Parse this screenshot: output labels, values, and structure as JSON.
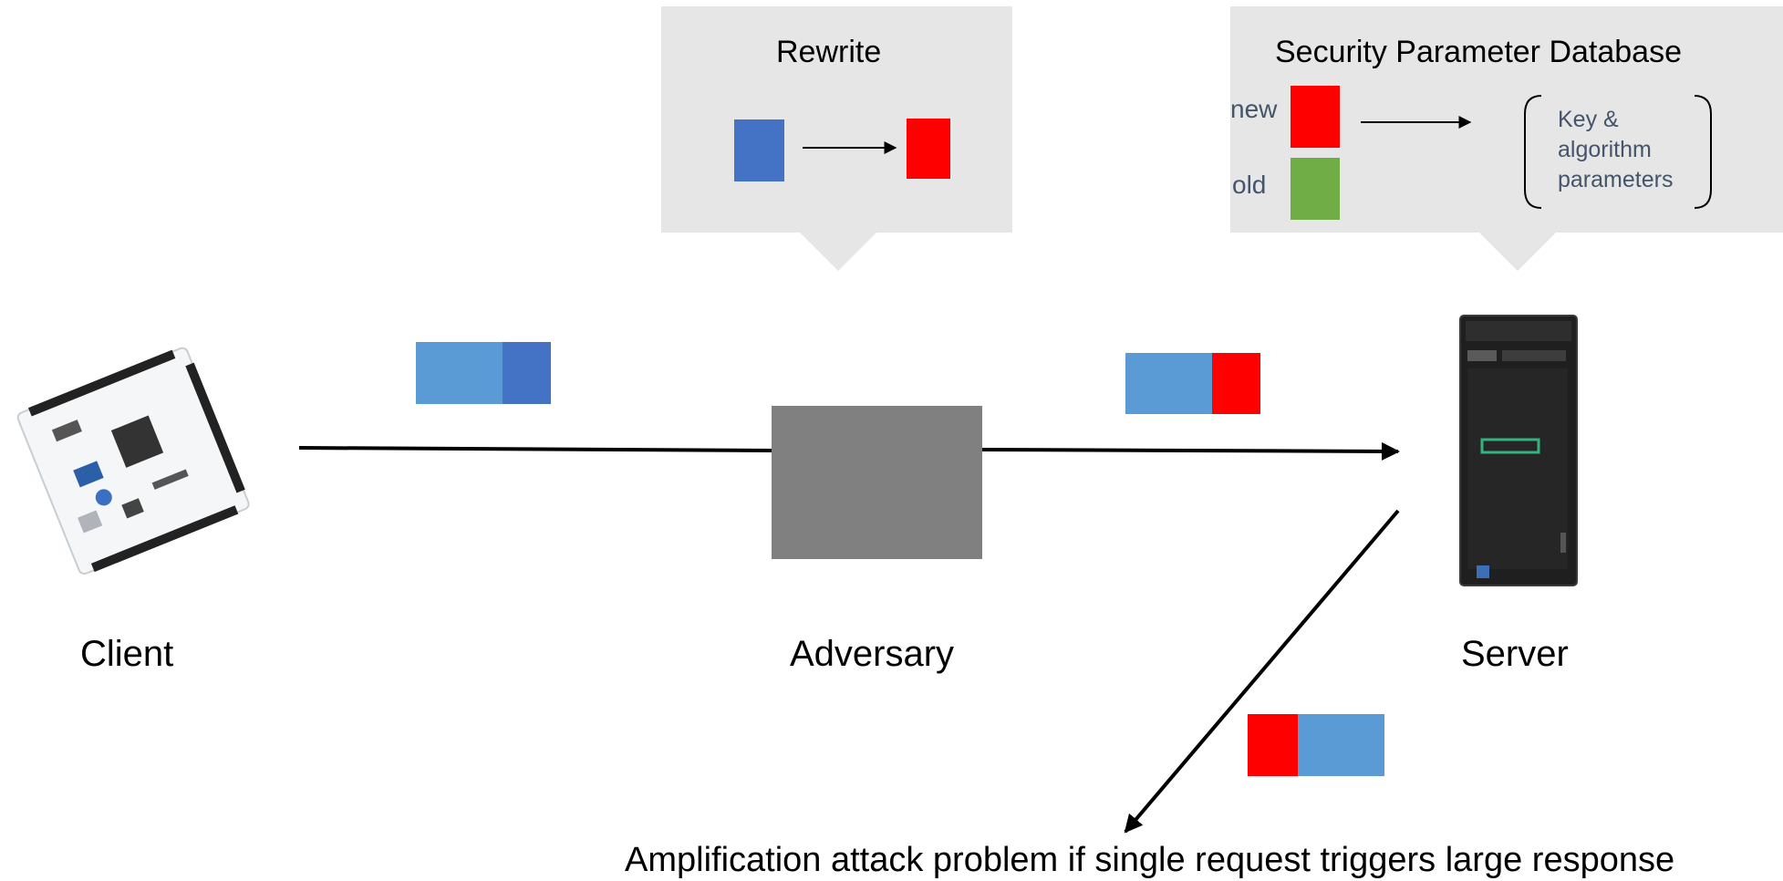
{
  "rewrite_box": {
    "title": "Rewrite"
  },
  "database_box": {
    "title": "Security Parameter Database",
    "new_label": "new",
    "old_label": "old",
    "params_lines": [
      "Key &",
      "algorithm",
      "parameters"
    ]
  },
  "nodes": {
    "client": "Client",
    "adversary": "Adversary",
    "server": "Server"
  },
  "footer": "Amplification attack problem if single request triggers large response",
  "colors": {
    "light_blue": "#5b9bd5",
    "dark_blue": "#4472c4",
    "red": "#ff0000",
    "green": "#70ad47",
    "adversary_gray": "#808080",
    "callout_gray": "#e6e6e6"
  }
}
